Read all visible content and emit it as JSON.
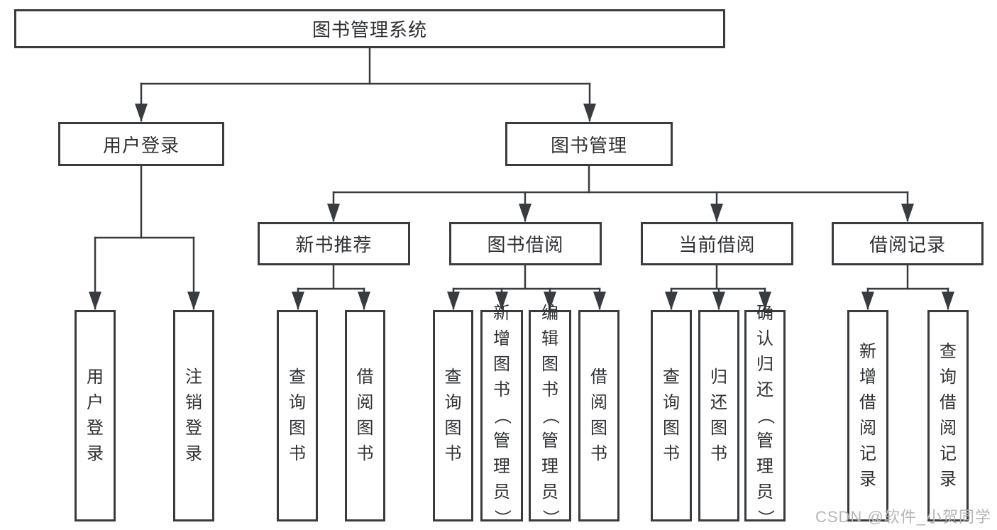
{
  "diagram": {
    "root": {
      "label": "图书管理系统"
    },
    "level2": {
      "user_login": {
        "label": "用户登录"
      },
      "book_management": {
        "label": "图书管理"
      }
    },
    "level3": {
      "new_book_recommend": {
        "label": "新书推荐"
      },
      "book_borrow": {
        "label": "图书借阅"
      },
      "current_borrow": {
        "label": "当前借阅"
      },
      "borrow_records": {
        "label": "借阅记录"
      }
    },
    "leaves": {
      "user_login": [
        "用户登录",
        "注销登录"
      ],
      "new_book_recommend": [
        "查询图书",
        "借阅图书"
      ],
      "book_borrow": [
        "查询图书",
        "新增图书（管理员）",
        "编辑图书（管理员）",
        "借阅图书"
      ],
      "current_borrow": [
        "查询图书",
        "归还图书",
        "确认归还（管理员）"
      ],
      "borrow_records": [
        "新增借阅记录",
        "查询借阅记录"
      ]
    }
  },
  "watermark": "CSDN @软件_小贺同学",
  "colors": {
    "line": "#383b3f",
    "border": "#383b3f",
    "text": "#2e3033",
    "watermark": "#b5b5b5",
    "background": "#ffffff"
  }
}
